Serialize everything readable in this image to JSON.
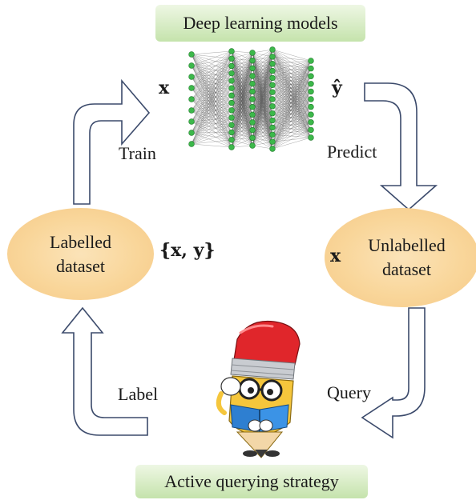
{
  "diagram": {
    "top_title": "Deep learning models",
    "bottom_title": "Active querying strategy",
    "nodes": {
      "labelled": {
        "line1": "Labelled",
        "line2": "dataset"
      },
      "unlabelled": {
        "line1": "Unlabelled",
        "line2": "dataset"
      }
    },
    "edges": {
      "train": "Train",
      "predict": "Predict",
      "query": "Query",
      "label": "Label"
    },
    "symbols": {
      "input_x": "x",
      "output_yhat": "ŷ",
      "pair": "{x, y}",
      "unlabelled_x": "x"
    },
    "colors": {
      "title_box": "#c5e3ac",
      "ellipse": "#f9d69a",
      "arrow_stroke": "#3b4a6b",
      "nn_node": "#3cb84a",
      "nn_edge": "#555555"
    },
    "network_layers": [
      9,
      14,
      13,
      15,
      11
    ]
  }
}
